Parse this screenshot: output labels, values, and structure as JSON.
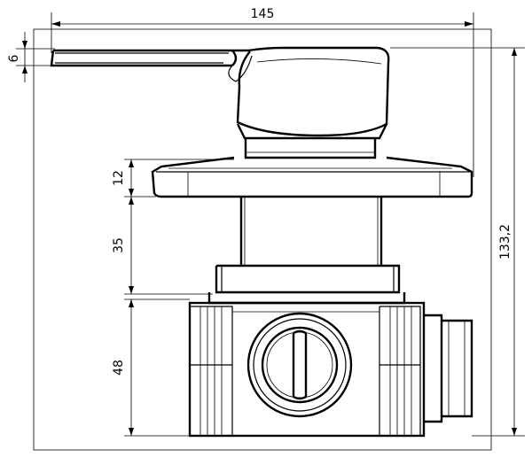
{
  "dimensions": {
    "overall_width": "145",
    "lever_thickness": "6",
    "flange_thickness": "12",
    "stem_length": "35",
    "body_height": "48",
    "overall_height": "133,2"
  }
}
